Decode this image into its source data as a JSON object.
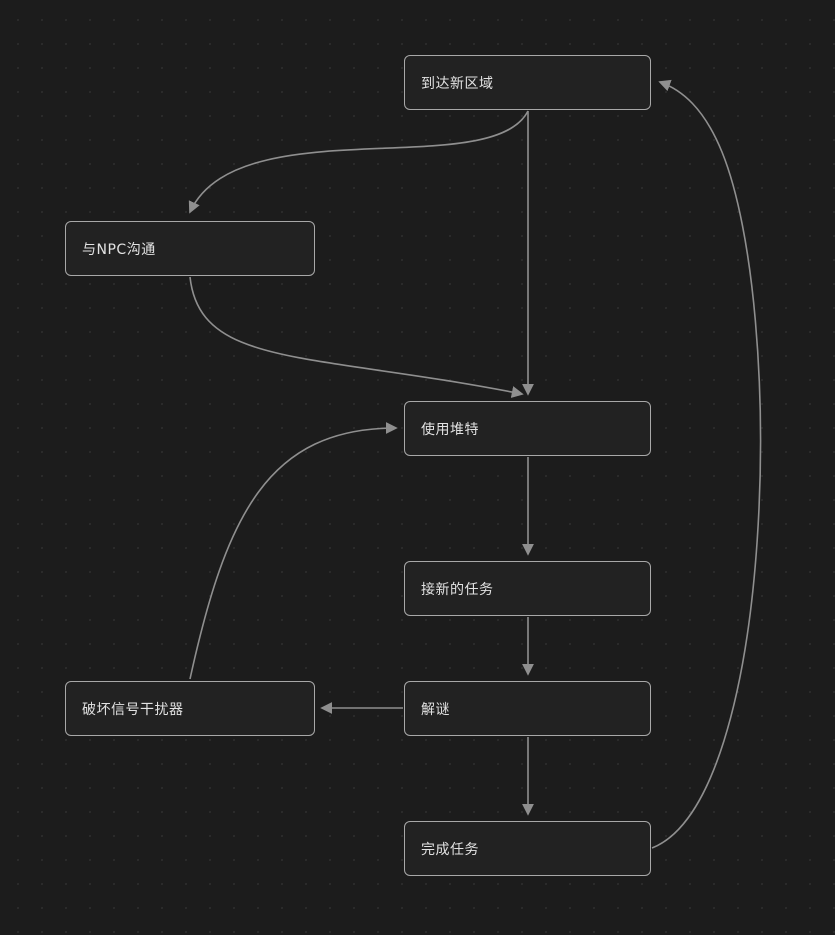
{
  "diagram": {
    "type": "flowchart",
    "colors": {
      "background": "#1c1c1c",
      "node_fill": "#222222",
      "node_border": "#a8a8a8",
      "edge": "#8f8f8f",
      "text": "#e2e2e2"
    },
    "nodes": [
      {
        "id": "arrive-new-area",
        "label": "到达新区域"
      },
      {
        "id": "talk-to-npc",
        "label": "与NPC沟通"
      },
      {
        "id": "use-duite",
        "label": "使用堆特"
      },
      {
        "id": "accept-new-task",
        "label": "接新的任务"
      },
      {
        "id": "solve-puzzle",
        "label": "解谜"
      },
      {
        "id": "destroy-signal-jammer",
        "label": "破坏信号干扰器"
      },
      {
        "id": "complete-task",
        "label": "完成任务"
      }
    ],
    "edges": [
      {
        "from": "到达新区域",
        "to": "与NPC沟通"
      },
      {
        "from": "到达新区域",
        "to": "使用堆特"
      },
      {
        "from": "与NPC沟通",
        "to": "使用堆特"
      },
      {
        "from": "使用堆特",
        "to": "接新的任务"
      },
      {
        "from": "接新的任务",
        "to": "解谜"
      },
      {
        "from": "解谜",
        "to": "破坏信号干扰器"
      },
      {
        "from": "破坏信号干扰器",
        "to": "使用堆特"
      },
      {
        "from": "解谜",
        "to": "完成任务"
      },
      {
        "from": "完成任务",
        "to": "到达新区域"
      }
    ]
  }
}
